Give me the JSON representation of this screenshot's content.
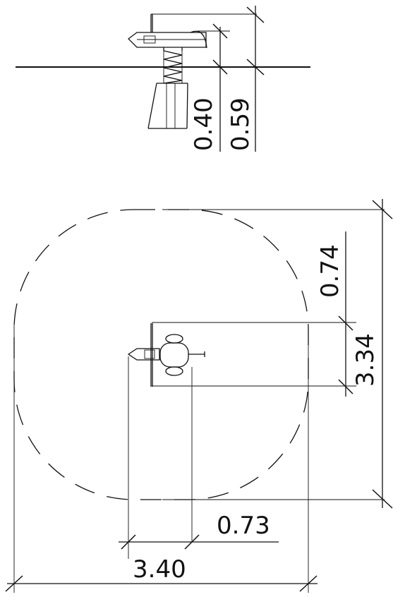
{
  "diagram": {
    "dimensions": {
      "elevation_low_height": "0.40",
      "elevation_high_height": "0.59",
      "plan_top_offset": "0.74",
      "plan_total_depth": "3.34",
      "plan_item_width": "0.73",
      "plan_total_width": "3.40"
    },
    "colors": {
      "line": "#111111",
      "background": "#ffffff"
    }
  }
}
